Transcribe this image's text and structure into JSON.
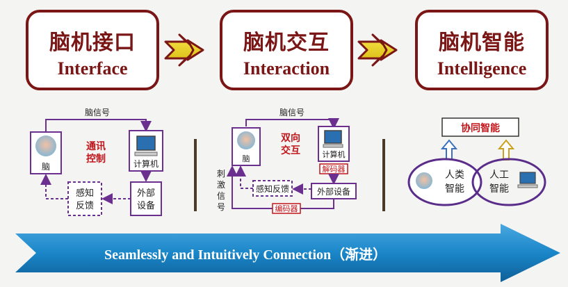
{
  "stages": [
    {
      "cn": "脑机接口",
      "en": "Interface"
    },
    {
      "cn": "脑机交互",
      "en": "Interaction"
    },
    {
      "cn": "脑机智能",
      "en": "Intelligence"
    }
  ],
  "panel1": {
    "signal": "脑信号",
    "brain": "脑",
    "channel": [
      "通讯",
      "控制"
    ],
    "computer": "计算机",
    "device": [
      "外部",
      "设备"
    ],
    "feedback": [
      "感知",
      "反馈"
    ]
  },
  "panel2": {
    "signal": "脑信号",
    "brain": "脑",
    "channel": [
      "双向",
      "交互"
    ],
    "computer": "计算机",
    "decoder": "解码器",
    "feedback": "感知反馈",
    "device": "外部设备",
    "stimulus": [
      "刺",
      "激",
      "信",
      "号"
    ],
    "encoder": "编码器"
  },
  "panel3": {
    "title": "协同智能",
    "human": [
      "人类",
      "智能"
    ],
    "ai": [
      "人工",
      "智能"
    ]
  },
  "banner": {
    "text": "Seamlessly and Intuitively Connection",
    "suffix": "（渐进）"
  },
  "colors": {
    "header_border": "#7b1616",
    "arrow_fill": "#e8d01a",
    "arrow_stroke": "#7b1616",
    "banner": "#1a86c8",
    "accent_red": "#c0141a",
    "line_purple": "#6a2f8f"
  }
}
